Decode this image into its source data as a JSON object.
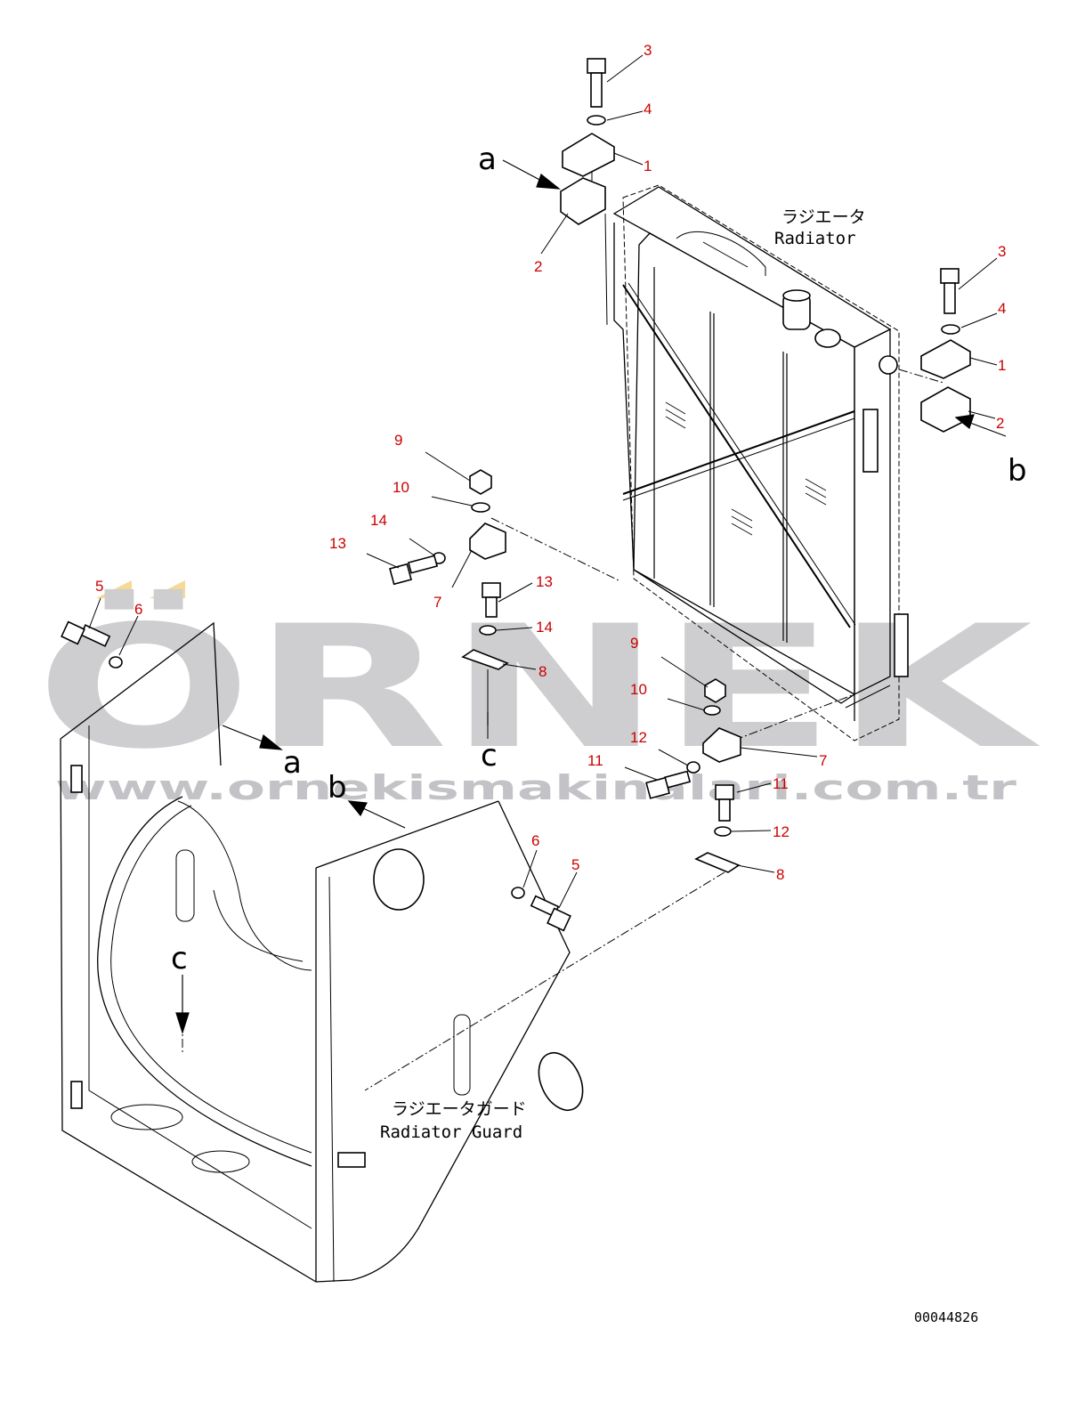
{
  "watermark": {
    "brand": "ÖRNEK",
    "url": "www.ornekismakinalari.com.tr",
    "color": "#c9c9cc",
    "accent": "#f4d58a"
  },
  "colors": {
    "callout": "#cc0000",
    "line": "#000000"
  },
  "labels": {
    "radiator_jp": "ラジエータ",
    "radiator_en": "Radiator",
    "guard_jp": "ラジエータガード",
    "guard_en": "Radiator Guard",
    "drawing_no": "00044826"
  },
  "view_letters": [
    "a",
    "b",
    "c"
  ],
  "callouts": {
    "c3a": "3",
    "c4a": "4",
    "c1a": "1",
    "c2a": "2",
    "c3b": "3",
    "c4b": "4",
    "c1b": "1",
    "c2b": "2",
    "c9a": "9",
    "c10a": "10",
    "c14a": "14",
    "c13a": "13",
    "c7a": "7",
    "c13b": "13",
    "c14b": "14",
    "c8a": "8",
    "c9b": "9",
    "c10b": "10",
    "c12a": "12",
    "c11a": "11",
    "c7b": "7",
    "c11b": "11",
    "c12b": "12",
    "c8b": "8",
    "c5a": "5",
    "c6a": "6",
    "c6b": "6",
    "c5b": "5"
  }
}
